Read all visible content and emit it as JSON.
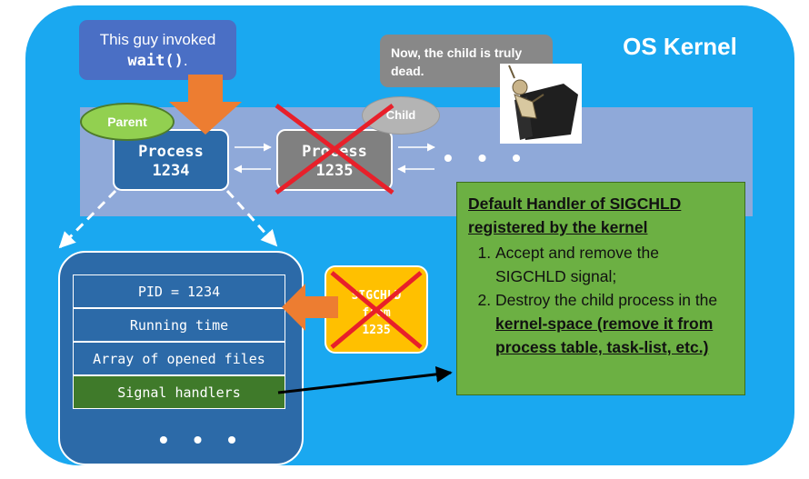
{
  "kernel": {
    "label": "OS Kernel"
  },
  "callout_wait": {
    "prefix": "This guy invoked",
    "code": "wait()",
    "suffix": "."
  },
  "callout_dead": {
    "text": "Now, the child is truly dead."
  },
  "parent_bubble": "Parent",
  "child_bubble": "Child",
  "process_parent": {
    "line1": "Process",
    "line2": "1234"
  },
  "process_child": {
    "line1": "Process",
    "line2": "1235"
  },
  "ellipsis": "• • •",
  "pcb_rows": [
    "PID = 1234",
    "Running time",
    "Array of opened files",
    "Signal handlers"
  ],
  "pcb_ellipsis": "• • •",
  "signal_box": {
    "line1": "SIGCHLD",
    "line2": "from",
    "line3": "1235"
  },
  "handler": {
    "title": "Default Handler of SIGCHLD registered by the kernel",
    "item1": "Accept and remove the SIGCHLD signal;",
    "item2_prefix": "Destroy the child process in the ",
    "item2_bold": "kernel-space (remove it from process table, task-list, etc.)"
  },
  "colors": {
    "kernel": "#1aa8f0",
    "band": "#8fa9d9",
    "process": "#2c6aa8",
    "dead_process": "#808080",
    "cross": "#e8202a",
    "arrow_orange": "#ed7d31",
    "handler_bg": "#6cb043",
    "signal_bg": "#ffc000"
  }
}
